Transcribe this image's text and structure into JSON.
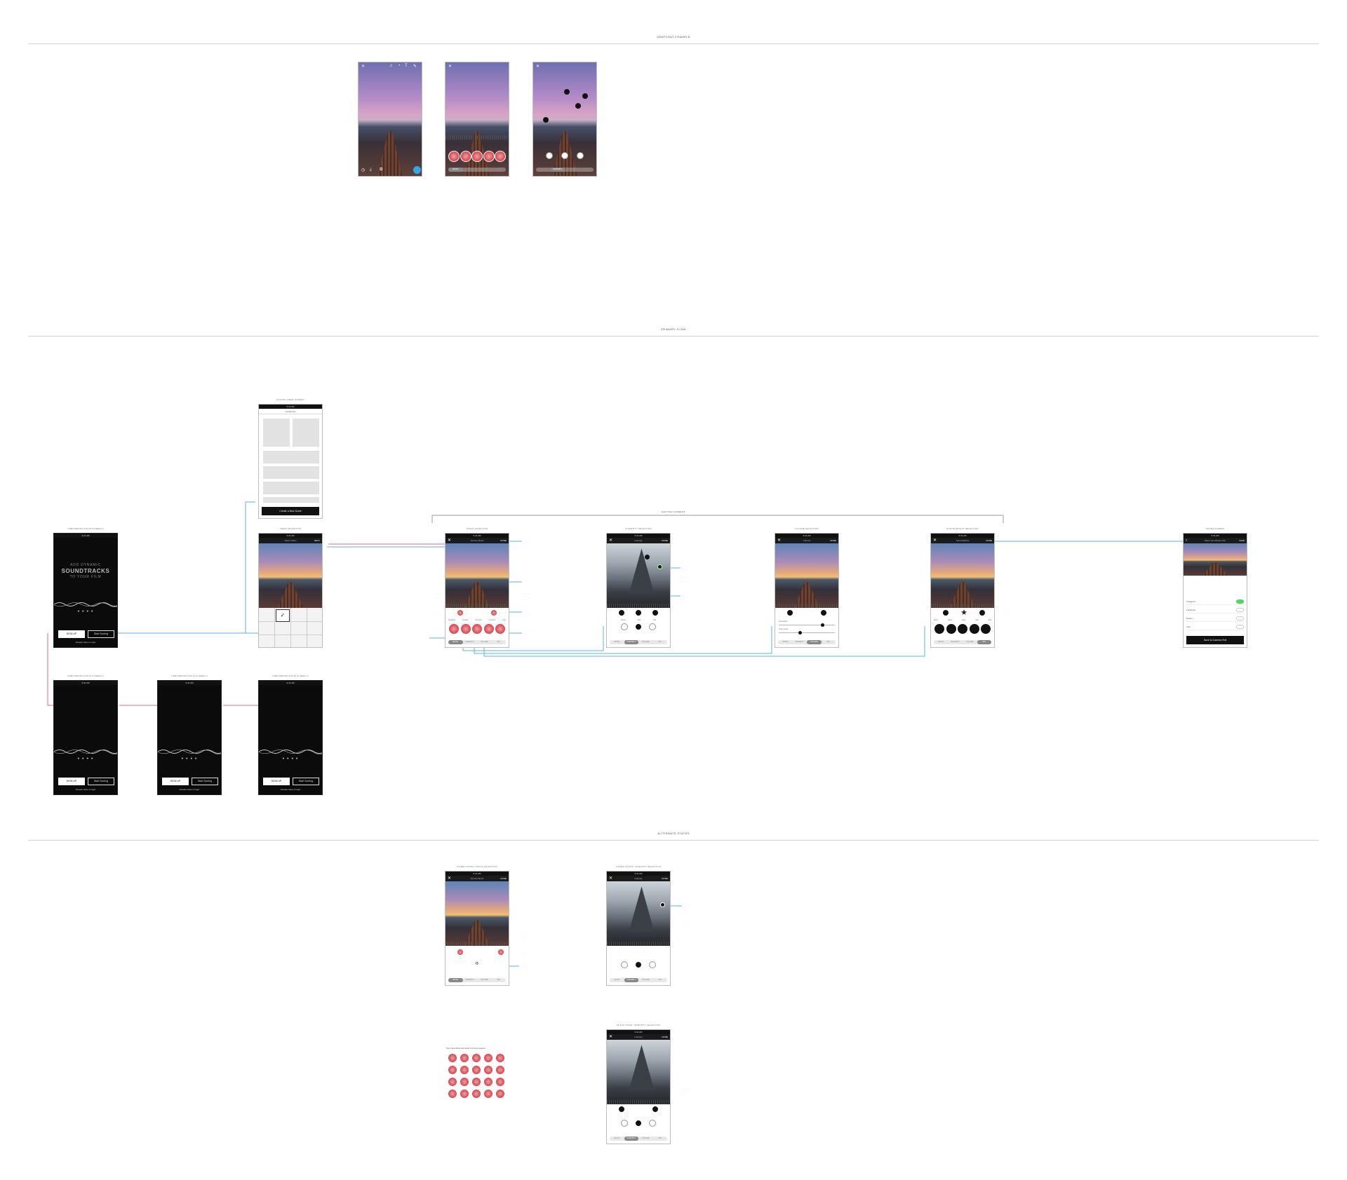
{
  "sections": {
    "snapchat": "SNAPCHAT EXAMPLE",
    "primary": "PRIMARY FLOW",
    "alternate": "ALTERNATE STATES"
  },
  "group_label": "EDITING SCREENS",
  "screens": {
    "onboarding1": {
      "label": "ONBOARDING/LOGIN SCREEN 1",
      "time": "9:41 AM",
      "headline1": "ADD DYNAMIC",
      "headline2": "SOUNDTRACKS",
      "headline3": "TO YOUR FILM",
      "signup": "SIGN UP",
      "start": "Start Scoring",
      "login": "Already Have a Login",
      "dots": "● ● ● ●"
    },
    "onboarding2": {
      "label": "ONBOARDING/LOGIN SCREEN 2",
      "time": "9:41 AM",
      "signup": "SIGN UP",
      "start": "Start Scoring",
      "login": "Already Have a Login",
      "dots": "● ● ● ●"
    },
    "onboarding3": {
      "label": "ONBOARDING/LOGIN SCREEN 3",
      "time": "9:41 AM",
      "signup": "SIGN UP",
      "start": "Start Scoring",
      "login": "Already Have a Login",
      "dots": "● ● ● ●"
    },
    "onboarding4": {
      "label": "ONBOARDING/LOGIN SCREEN 4",
      "time": "9:41 AM",
      "signup": "SIGN UP",
      "start": "Start Scoring",
      "login": "Already Have a Login",
      "dots": "● ● ● ●"
    },
    "upload": {
      "label": "UPLOAD VIDEO SCREEN",
      "time": "9:41 AM",
      "title": "Dashboard",
      "cta": "Create a New Score"
    },
    "video_select": {
      "label": "VIDEO SELECTION",
      "time": "9:41 AM",
      "title": "Select Video",
      "next": "NEXT"
    },
    "track": {
      "label": "TRACK SELECTION",
      "time": "9:41 AM",
      "title": "Choose Music",
      "done": "DONE",
      "cats": [
        "Wedding",
        "Arcade",
        "Acoustic",
        "Ambient",
        "Pop"
      ]
    },
    "intensity": {
      "label": "INTENSITY SELECTION",
      "time": "9:41 AM",
      "title": "Intensity",
      "done": "DONE",
      "cats": [
        "Mood",
        "Mid",
        "Hot"
      ]
    },
    "volume": {
      "label": "VOLUME SELECTION",
      "time": "9:41 AM",
      "title": "Volume",
      "done": "DONE",
      "rows": [
        "Soundtrack",
        "Video Audio"
      ]
    },
    "sfx": {
      "label": "SOUND EFFECT SELECTION",
      "time": "9:41 AM",
      "title": "Sound Effects",
      "done": "DONE",
      "cats": [
        "Boom",
        "Bass",
        "Flare",
        "Zap",
        "Bell"
      ]
    },
    "share": {
      "label": "SHARE SCREEN",
      "time": "9:41 AM",
      "title": "Share Soundtrack Film",
      "save": "SAVE",
      "options": [
        "Instagram",
        "Facebook",
        "Twitter",
        "Vine"
      ],
      "cta": "Save to Camera Roll"
    },
    "alt_track": {
      "label": "OTHER STATES: TRACK SELECTION",
      "time": "9:41 AM",
      "title": "Choose Music",
      "done": "DONE"
    },
    "alt_intensity": {
      "label": "OTHER STATES: INTENSITY SELECTION",
      "time": "9:41 AM",
      "title": "Intensity",
      "done": "DONE"
    },
    "alt_intensity2": {
      "label": "INITIAL STATE: INTENSITY SELECTION",
      "time": "9:41 AM",
      "title": "Intensity",
      "done": "DONE"
    },
    "sticker_label": "Tap a Soundtrack and sticker to choose category"
  },
  "tabs": [
    "MUSIC",
    "INTENSITY",
    "VOLUME",
    "SFX"
  ],
  "colors": {
    "accent": "#d6454d",
    "flow_blue": "#5ab4e0",
    "flow_pink": "#e26a8a",
    "toggle_on": "#4cd964"
  }
}
